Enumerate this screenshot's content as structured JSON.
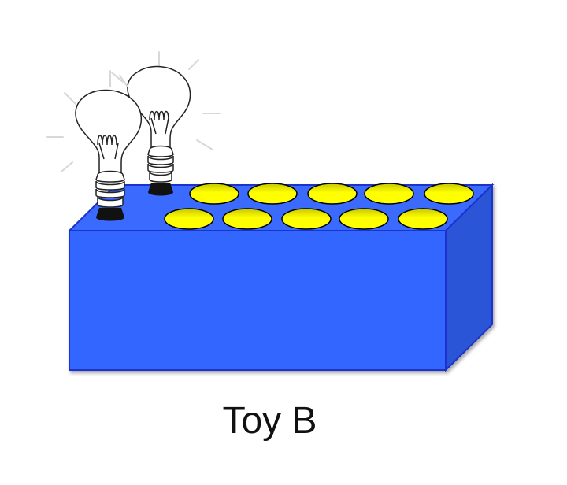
{
  "caption": "Toy B",
  "colors": {
    "box_front": "#3366ff",
    "box_top": "#3a6bff",
    "box_side": "#2a55d6",
    "box_edge": "#1a33cc",
    "button_fill": "#ffff00",
    "button_shade": "#c8c800",
    "bulb_fill": "#ffffff",
    "bulb_outline": "#222222",
    "bulb_base": "#111111"
  },
  "icons": {
    "bulb": "light-bulb-icon",
    "button": "yellow-button"
  },
  "buttons_count": 10,
  "bulbs_count": 2
}
